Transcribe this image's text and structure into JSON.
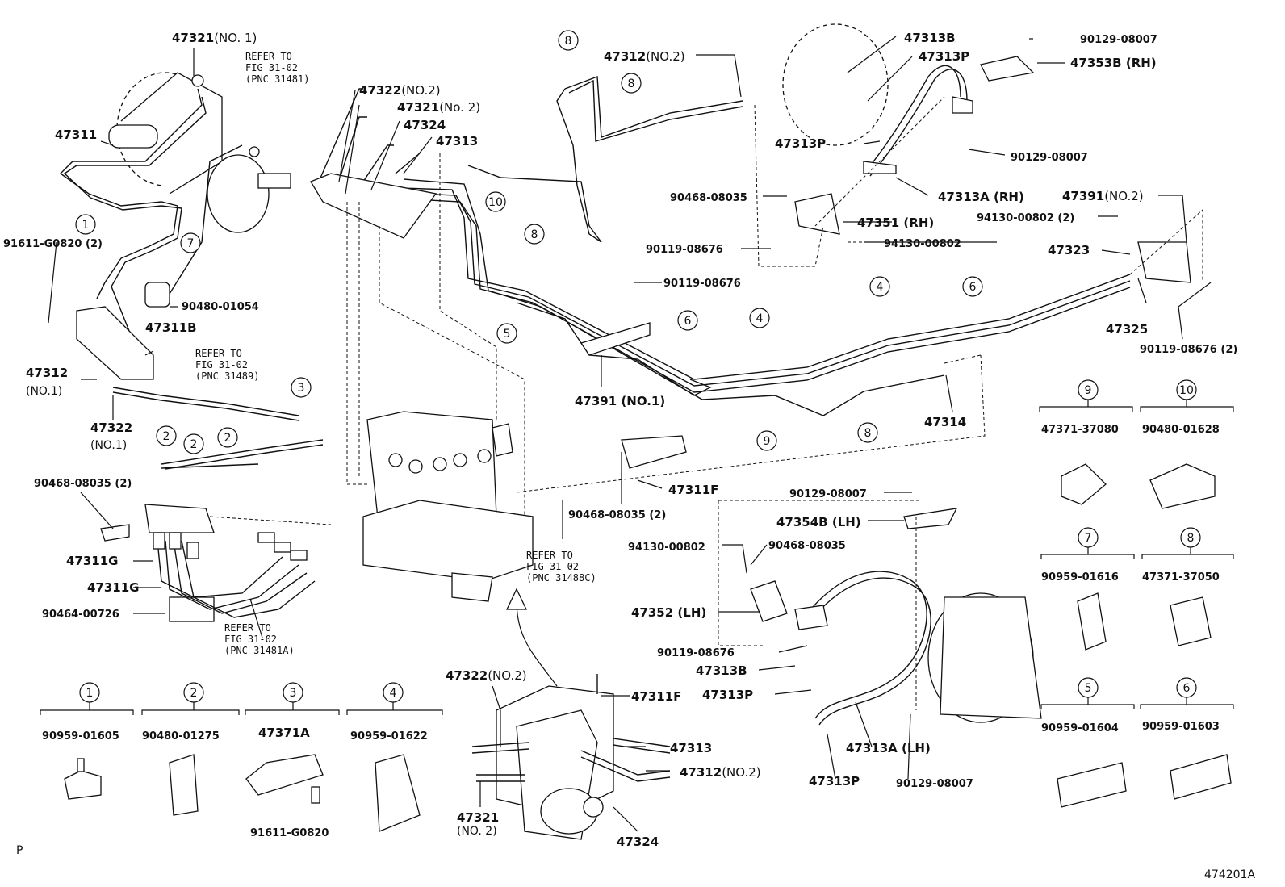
{
  "labels": {
    "p47321_no1_a": "47321",
    "p47321_no1_b": "(NO. 1)",
    "p47311": "47311",
    "p47311b": "47311B",
    "p91611_2": "91611-G0820 (2)",
    "p90480_01054": "90480-01054",
    "p47312_no1_a": "47312",
    "p47312_no1_b": "(NO.1)",
    "p47322_no1_a": "47322",
    "p47322_no1_b": "(NO.1)",
    "p90468_2_left": "90468-08035 (2)",
    "p47311g_a": "47311G",
    "p47311g_b": "47311G",
    "p90464": "90464-00726",
    "p47322_no2_a": "47322",
    "p47322_no2_b": "(NO.2)",
    "p47321_no2_a": "47321",
    "p47321_no2_b": "(No. 2)",
    "p47324_top": "47324",
    "p47313_top": "47313",
    "p47312_no2_a": "47312",
    "p47312_no2_b": "(NO.2)",
    "p47313b_top": "47313B",
    "p47313p_top": "47313P",
    "p47313p_mid": "47313P",
    "p90129_a": "90129-08007",
    "p47353b": "47353B (RH)",
    "p90129_b": "90129-08007",
    "p47313a_rh": "47313A (RH)",
    "p90468_mid": "90468-08035",
    "p47351": "47351 (RH)",
    "p94130_a": "94130-00802",
    "p90119_a": "90119-08676",
    "p47391_no2_a": "47391",
    "p47391_no2_b": "(NO.2)",
    "p94130_2": "94130-00802 (2)",
    "p47323": "47323",
    "p47325": "47325",
    "p90119_2": "90119-08676 (2)",
    "p90119_b": "90119-08676",
    "p47391_no1": "47391 (NO.1)",
    "p47314": "47314",
    "p47311f_mid": "47311F",
    "p90468_2_mid": "90468-08035 (2)",
    "p90129_c": "90129-08007",
    "p47354b": "47354B (LH)",
    "p94130_b": "94130-00802",
    "p90468_c": "90468-08035",
    "p47352": "47352 (LH)",
    "p90119_c": "90119-08676",
    "p47313b_bot": "47313B",
    "p47313p_bot1": "47313P",
    "p47313p_bot2": "47313P",
    "p47313a_lh": "47313A (LH)",
    "p90129_d": "90129-08007",
    "p47322_no2_bot_a": "47322",
    "p47322_no2_bot_b": "(NO.2)",
    "p47311f_bot": "47311F",
    "p47313_bot": "47313",
    "p47312_no2_bot_a": "47312",
    "p47312_no2_bot_b": "(NO.2)",
    "p47321_bot_a": "47321",
    "p47321_bot_b": "(NO. 2)",
    "p47324_bot": "47324",
    "corner_p": "P",
    "fig_id": "474201A"
  },
  "refer_notes": [
    {
      "l1": "REFER TO",
      "l2": "FIG 31-02",
      "l3": "(PNC 31481)"
    },
    {
      "l1": "REFER TO",
      "l2": "FIG 31-02",
      "l3": "(PNC 31489)"
    },
    {
      "l1": "REFER TO",
      "l2": "FIG 31-02",
      "l3": "(PNC 31488C)"
    },
    {
      "l1": "REFER TO",
      "l2": "FIG 31-02",
      "l3": "(PNC 31481A)"
    }
  ],
  "callouts": [
    "1",
    "2",
    "2",
    "2",
    "3",
    "4",
    "4",
    "5",
    "6",
    "6",
    "7",
    "8",
    "8",
    "8",
    "8",
    "9",
    "10"
  ],
  "clamp_legend": [
    {
      "num": "1",
      "part": "90959-01605"
    },
    {
      "num": "2",
      "part": "90480-01275"
    },
    {
      "num": "3",
      "part": "47371A",
      "sub": "91611-G0820"
    },
    {
      "num": "4",
      "part": "90959-01622"
    },
    {
      "num": "9",
      "part": "47371-37080"
    },
    {
      "num": "10",
      "part": "90480-01628"
    },
    {
      "num": "7",
      "part": "90959-01616"
    },
    {
      "num": "8",
      "part": "47371-37050"
    },
    {
      "num": "5",
      "part": "90959-01604"
    },
    {
      "num": "6",
      "part": "90959-01603"
    }
  ]
}
